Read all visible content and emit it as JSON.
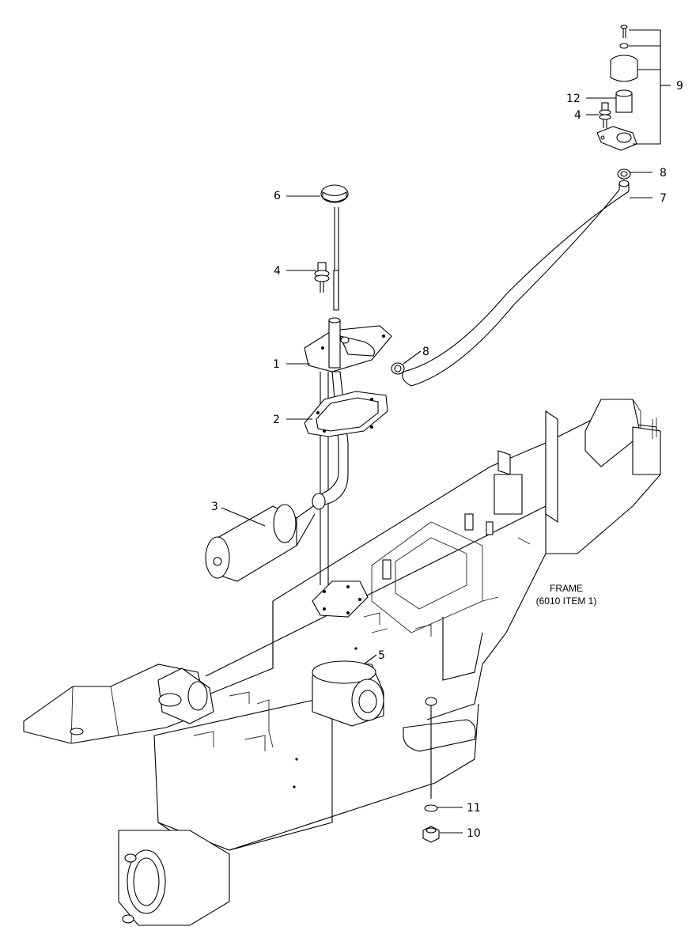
{
  "diagram": {
    "callouts": {
      "c1": "1",
      "c2": "2",
      "c3": "3",
      "c4a": "4",
      "c4b": "4",
      "c5": "5",
      "c6": "6",
      "c7": "7",
      "c8a": "8",
      "c8b": "8",
      "c9": "9",
      "c10": "10",
      "c11": "11",
      "c12": "12"
    },
    "frame_label": {
      "line1": "FRAME",
      "line2": "(6010 ITEM 1)"
    }
  }
}
